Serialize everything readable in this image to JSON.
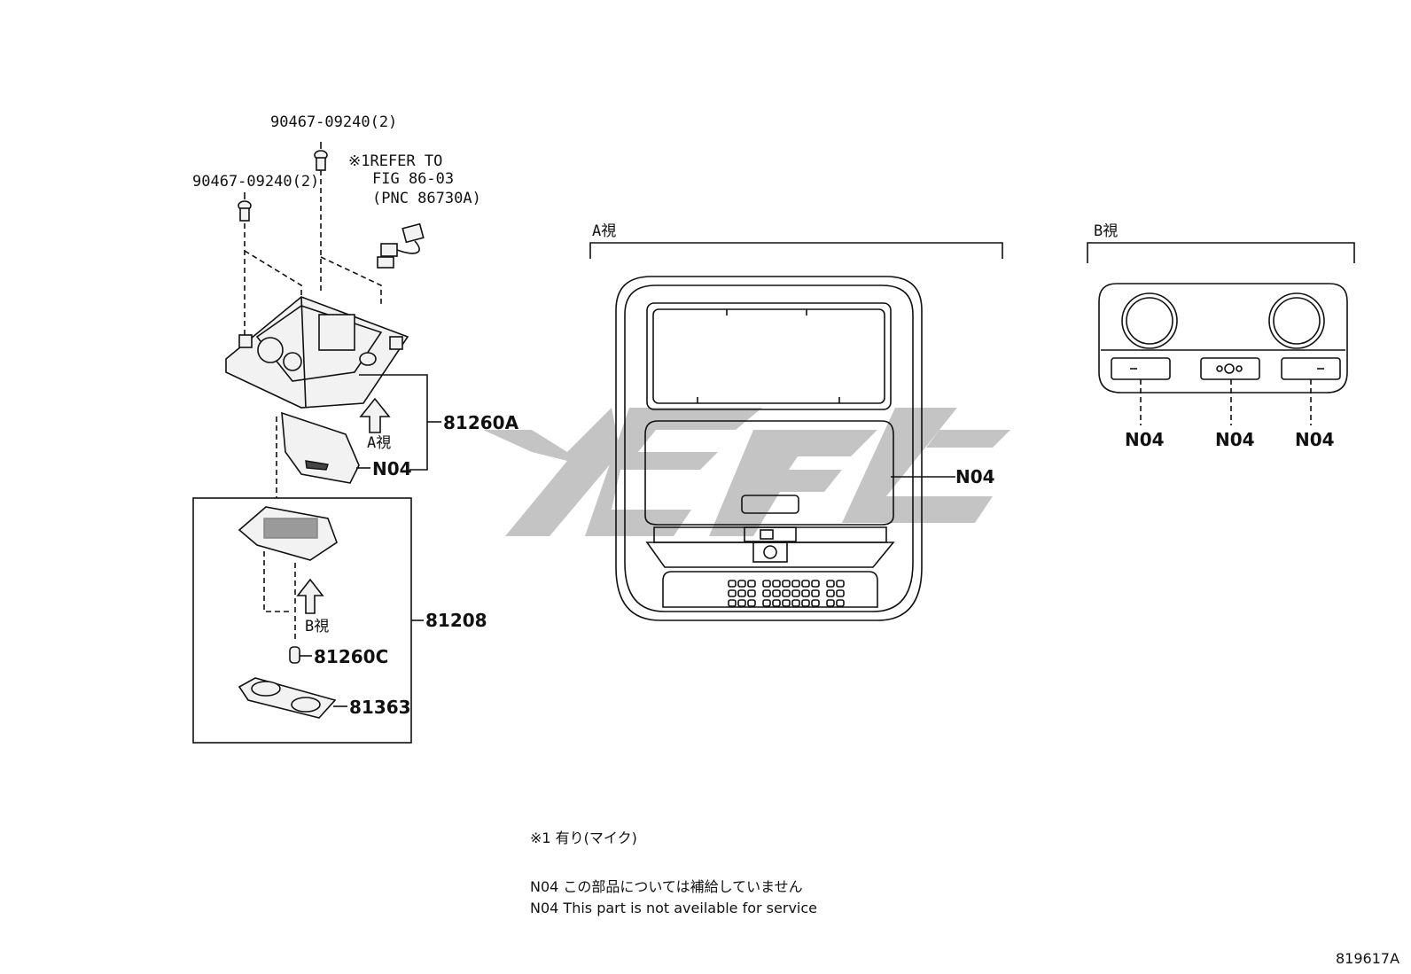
{
  "callouts": {
    "bolt_top": "90467-09240(2)",
    "bolt_left": "90467-09240(2)",
    "refer_line1": "※1REFER TO",
    "refer_line2": "FIG 86-03",
    "refer_line3": "(PNC 86730A)",
    "part_81260A": "81260A",
    "view_a_arrow": "A視",
    "n04_lens": "N04",
    "part_81208": "81208",
    "view_b_arrow": "B視",
    "part_81260C": "81260C",
    "part_81363": "81363"
  },
  "view_a": {
    "title": "A視",
    "n04": "N04"
  },
  "view_b": {
    "title": "B視",
    "n04_left": "N04",
    "n04_center": "N04",
    "n04_right": "N04"
  },
  "notes": {
    "note1": "※1 有り(マイク)",
    "note2": "N04 この部品については補給していません",
    "note3": "N04 This part is not aveilable for service"
  },
  "figure_code": "819617A"
}
